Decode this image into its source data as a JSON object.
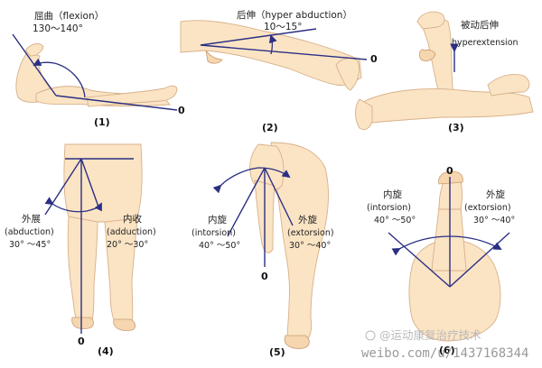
{
  "panels": [
    {
      "number": "(1)",
      "title": "屈曲（flexion）",
      "range": "130～140°",
      "zero": "0"
    },
    {
      "number": "(2)",
      "title": "后伸（hyper abduction）",
      "range": "10～15°",
      "zero": "0"
    },
    {
      "number": "(3)",
      "title": "被动后伸",
      "subtitle": "hyperextension"
    },
    {
      "number": "(4)",
      "left_title": "外展",
      "left_sub": "(abduction)",
      "left_range": "30° ～45°",
      "right_title": "内收",
      "right_sub": "(adduction)",
      "right_range": "20° ～30°",
      "zero": "0"
    },
    {
      "number": "(5)",
      "left_title": "内旋",
      "left_sub": "(intorsion)",
      "left_range": "40° ～50°",
      "right_title": "外旋",
      "right_sub": "(extorsion)",
      "right_range": "30° ～40°",
      "zero": "0"
    },
    {
      "number": "(6)",
      "left_title": "内旋",
      "left_sub": "(intorsion)",
      "left_range": "40° ～50°",
      "right_title": "外旋",
      "right_sub": "(extorsion)",
      "right_range": "30° ～40°",
      "zero": "0"
    }
  ],
  "watermark": {
    "handle": "@运动康复治疗技术",
    "url": "weibo.com/u/1437168344"
  },
  "colors": {
    "line": "#2b2f84",
    "skin": "#fbe4c4",
    "outline": "#d7b089"
  }
}
